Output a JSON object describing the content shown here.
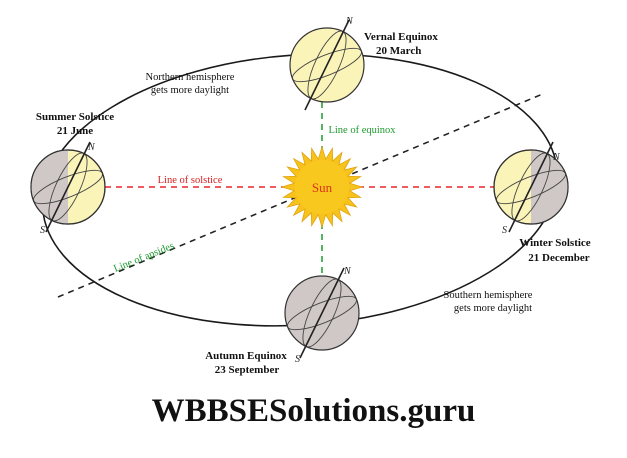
{
  "title": "",
  "positions": {
    "vernal": {
      "name": "Vernal Equinox",
      "date": "20 March"
    },
    "summer": {
      "name": "Summer Solstice",
      "date": "21 June"
    },
    "winter": {
      "name": "Winter Solstice",
      "date": "21 December"
    },
    "autumn": {
      "name": "Autumn Equinox",
      "date": "23 September"
    }
  },
  "notes": {
    "north_line1": "Northern hemisphere",
    "north_line2": "gets more daylight",
    "south_line1": "Southern hemisphere",
    "south_line2": "gets more daylight"
  },
  "lines": {
    "solstice": "Line of solstice",
    "equinox": "Line of equinox",
    "apsides": "Line of apsides"
  },
  "sun_label": "Sun",
  "pole_n": "N",
  "pole_s": "S",
  "watermark": "WBBSESolutions.guru",
  "colors": {
    "solstice_line": "#e8262a",
    "equinox_line": "#2aa33a",
    "apsides_line": "#222222",
    "sun_fill": "#f7c21c",
    "globe_light": "#fbf4b9",
    "globe_dark": "#cfc8c6",
    "orbit": "#1a1a1a"
  }
}
